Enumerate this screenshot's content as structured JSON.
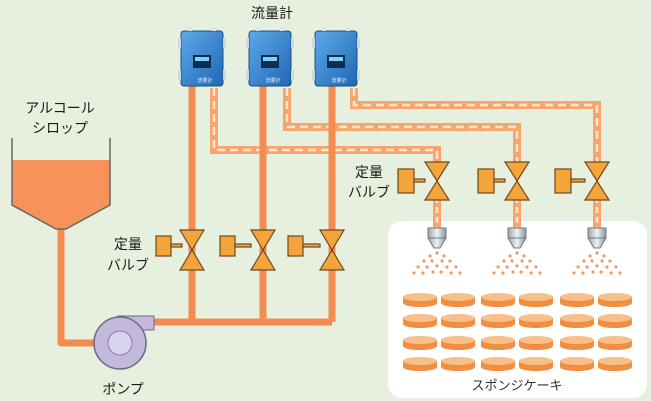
{
  "labels": {
    "flowmeter": "流量計",
    "tank_line1": "アルコール",
    "tank_line2": "シロップ",
    "valve_left_line1": "定量",
    "valve_left_line2": "バルブ",
    "valve_right_line1": "定量",
    "valve_right_line2": "バルブ",
    "pump": "ポンプ",
    "cake": "スポンジケーキ",
    "meter_badge": "流量計"
  },
  "colors": {
    "background": "#e7f0de",
    "pipe": "#f28c52",
    "signal_line": "#f6a56c",
    "signal_dash": "#fde7d4",
    "liquid": "#f7935a",
    "valve_body": "#f5a43c",
    "meter_face": "#2f7fc9",
    "pump_body": "#c3b9dd",
    "cake_top": "#f8bf8a",
    "cake_side": "#f28e42"
  },
  "icons": [
    "tank-icon",
    "pump-icon",
    "flowmeter-icon",
    "valve-icon",
    "nozzle-icon",
    "spray-icon",
    "sponge-cake-icon"
  ]
}
